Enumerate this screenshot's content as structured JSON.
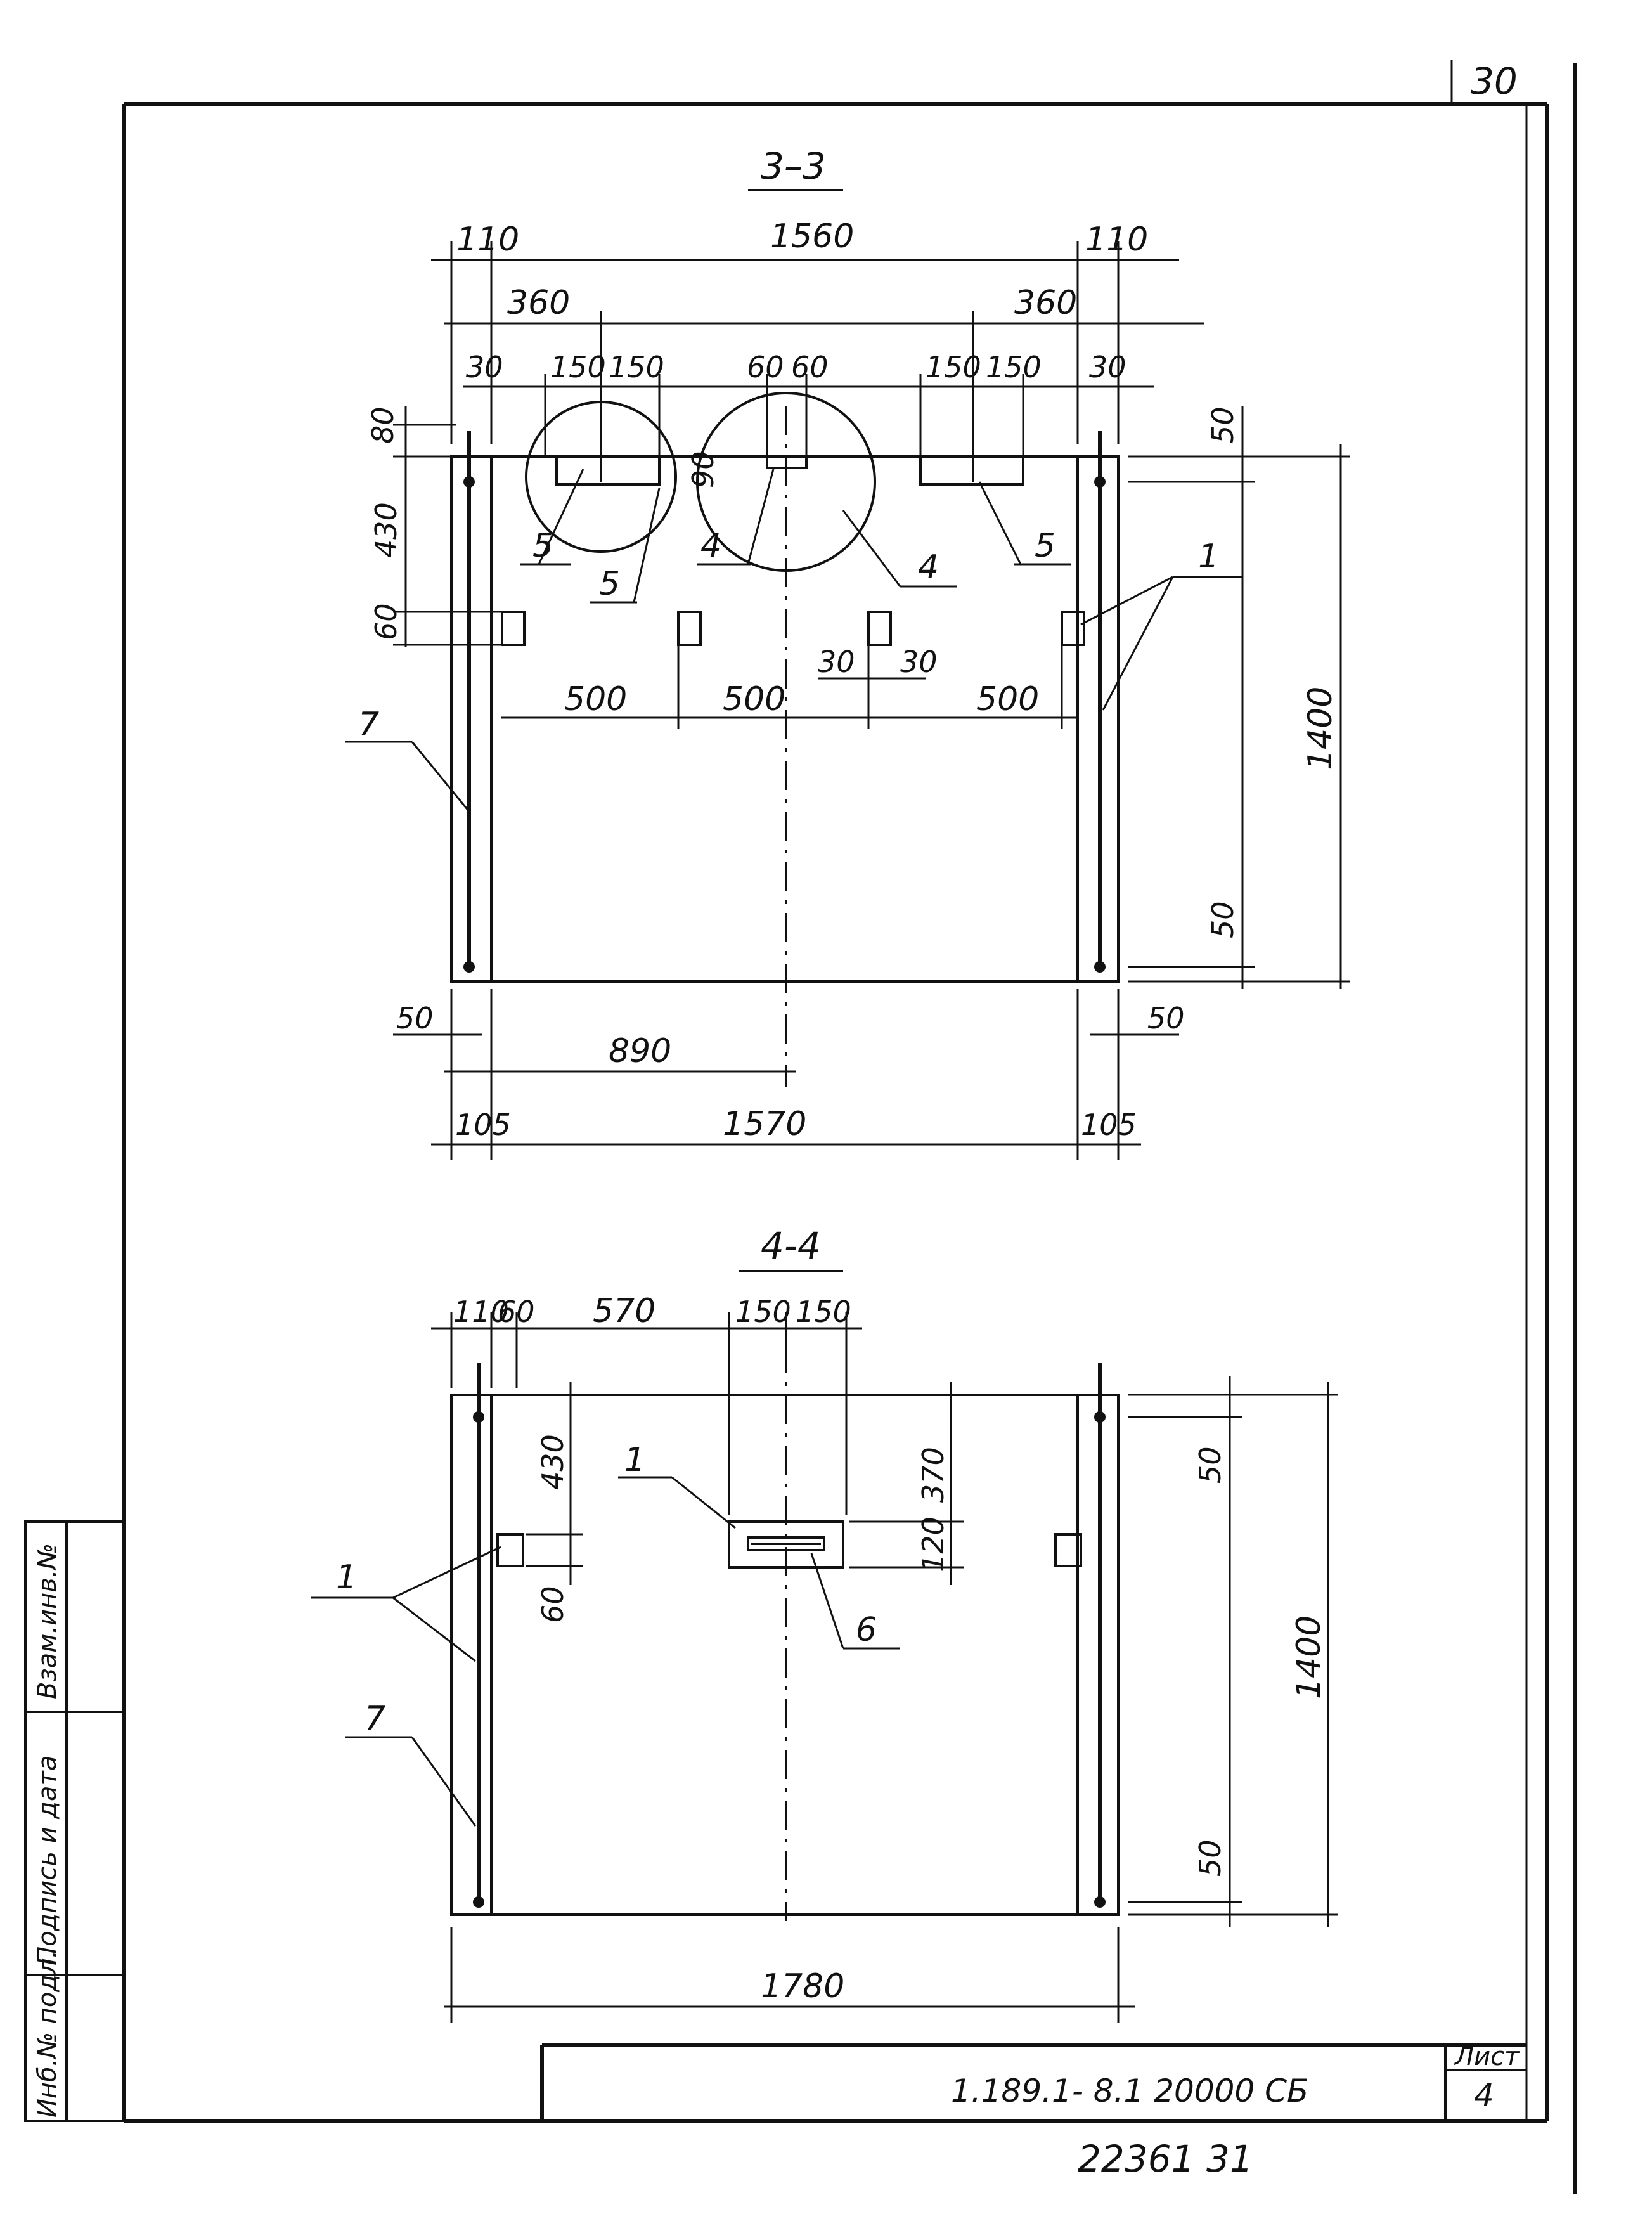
{
  "page_number": "30",
  "section_3": {
    "title": "3–3",
    "dims_top": [
      "110",
      "1560",
      "110"
    ],
    "dims_row2": [
      "360",
      "360"
    ],
    "dims_row3": [
      "30",
      "150",
      "150",
      "60",
      "60",
      "150",
      "150",
      "30"
    ],
    "dims_left": [
      "80",
      "430",
      "60"
    ],
    "dim_90": "90",
    "dims_spacing": [
      "500",
      "500",
      "500"
    ],
    "dims_small": [
      "30",
      "30"
    ],
    "dims_right": [
      "50",
      "1400",
      "50"
    ],
    "dims_bottom1": [
      "50",
      "50"
    ],
    "dim_890": "890",
    "dims_bottom2": [
      "105",
      "1570",
      "105"
    ],
    "callouts": [
      "5",
      "5",
      "4",
      "4",
      "5",
      "1",
      "7"
    ]
  },
  "section_4": {
    "title": "4-4",
    "dims_top": [
      "110",
      "60",
      "570",
      "150",
      "150"
    ],
    "dims_left": [
      "430",
      "60"
    ],
    "dims_center": [
      "370",
      "120"
    ],
    "dims_right": [
      "50",
      "1400",
      "50"
    ],
    "dim_bottom": "1780",
    "callouts": [
      "1",
      "1",
      "6",
      "7"
    ]
  },
  "side_stamp": [
    "Инб.№ подл.",
    "Подпись и дата",
    "Взам.инв.№"
  ],
  "title_block": {
    "doc_code": "1.189.1- 8.1  20000 СБ",
    "sheet_label": "Лист",
    "sheet_number": "4",
    "archive_number": "22361   31"
  }
}
